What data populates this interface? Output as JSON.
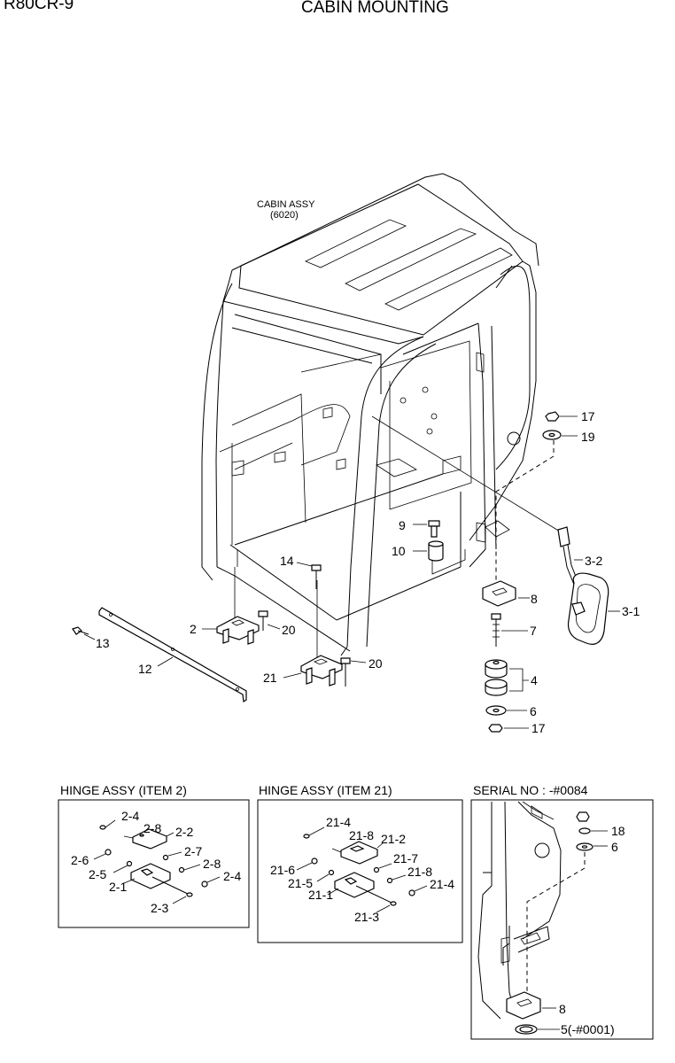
{
  "header": {
    "model": "R80CR-9",
    "title": "CABIN MOUNTING"
  },
  "cabin": {
    "name": "CABIN ASSY",
    "code": "(6020)"
  },
  "callouts": {
    "c17a": "17",
    "c19": "19",
    "c9": "9",
    "c10": "10",
    "c14": "14",
    "c32": "3-2",
    "c8": "8",
    "c31": "3-1",
    "c2": "2",
    "c20a": "20",
    "c13": "13",
    "c7": "7",
    "c20b": "20",
    "c12": "12",
    "c21": "21",
    "c4": "4",
    "c6": "6",
    "c17b": "17"
  },
  "panels": {
    "hinge2": {
      "title": "HINGE ASSY (ITEM 2)",
      "labels": {
        "a": "2-4",
        "b": "2-8",
        "c": "2-2",
        "d": "2-7",
        "e": "2-6",
        "f": "2-8",
        "g": "2-5",
        "h": "2-4",
        "i": "2-1",
        "j": "2-3"
      }
    },
    "hinge21": {
      "title": "HINGE ASSY (ITEM 21)",
      "labels": {
        "a": "21-4",
        "b": "21-8",
        "c": "21-2",
        "d": "21-7",
        "e": "21-6",
        "f": "21-8",
        "g": "21-5",
        "h": "21-4",
        "i": "21-1",
        "j": "21-3"
      }
    },
    "serial": {
      "title": "SERIAL NO : -#0084",
      "labels": {
        "a": "18",
        "b": "6",
        "c": "8",
        "d": "5(-#0001)"
      }
    }
  }
}
